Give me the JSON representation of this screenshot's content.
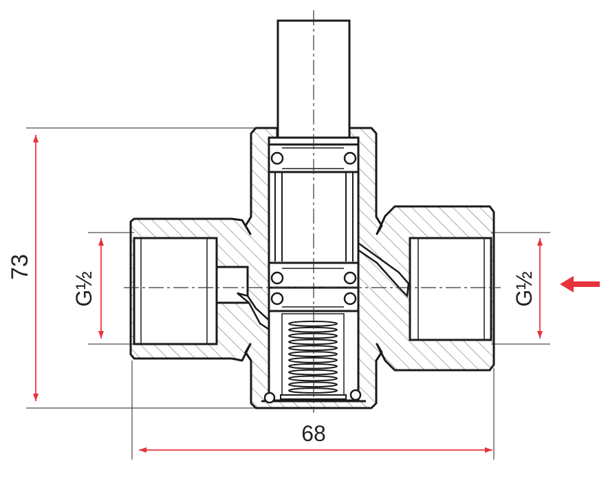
{
  "dimensions": {
    "height_label": "73",
    "width_label": "68",
    "left_thread_label": "G½",
    "right_thread_label": "G½"
  },
  "colors": {
    "outline": "#1a1a1a",
    "dimension": "#e8323c",
    "centerline": "#333333",
    "hatch": "#444444",
    "flow_arrow": "#e8323c"
  },
  "icons": {
    "flow_direction": "arrow-left-icon"
  }
}
